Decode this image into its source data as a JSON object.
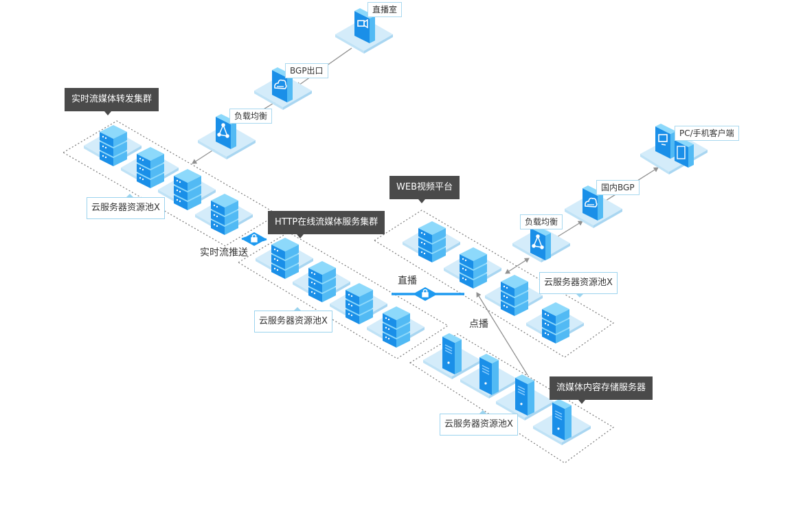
{
  "colors": {
    "platform_top": "#d4ecfa",
    "platform_side": "#b4dcf3",
    "device_front": "#1a8fe8",
    "device_side": "#5cc3f7",
    "device_top": "#8dd9fb",
    "dark_label_bg": "#4a4a4a",
    "cluster_border": "#777777",
    "arrow": "#909090"
  },
  "nodes": {
    "studio": {
      "label": "直播室",
      "icon": "video-camera-icon"
    },
    "bgp_exit": {
      "label": "BGP出口",
      "icon": "cloud-icon"
    },
    "lb_left": {
      "label": "负载均衡",
      "icon": "load-balancer-icon"
    },
    "pc_mobile": {
      "label": "PC/手机客户端",
      "icon": "monitor-phone-icon"
    },
    "domestic_bgp": {
      "label": "国内BGP",
      "icon": "cloud-icon"
    },
    "lb_right": {
      "label": "负载均衡",
      "icon": "load-balancer-icon"
    }
  },
  "clusters": {
    "realtime": {
      "title": "实时流媒体转发集群",
      "pool": "云服务器资源池X"
    },
    "http": {
      "title": "HTTP在线流媒体服务集群",
      "pool": "云服务器资源池X"
    },
    "web": {
      "title": "WEB视频平台",
      "pool": "云服务器资源池X"
    },
    "storage": {
      "title": "流媒体内容存储服务器",
      "pool": "云服务器资源池X"
    }
  },
  "flows": {
    "realtime_push": "实时流推送",
    "live": "直播",
    "vod": "点播"
  }
}
